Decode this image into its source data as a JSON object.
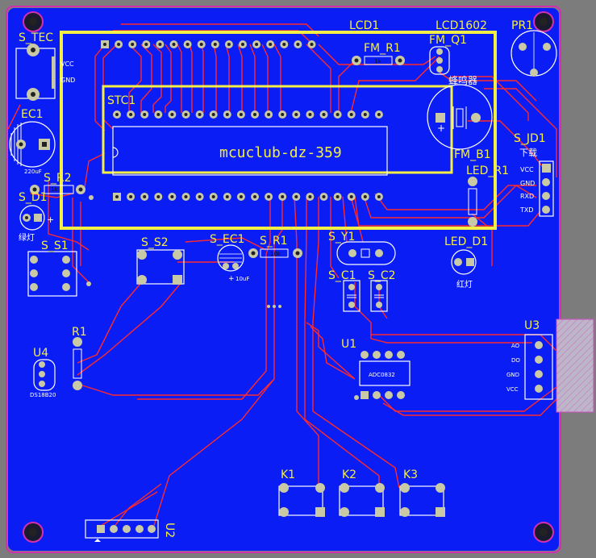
{
  "board": {
    "main_label": "mcuclub-dz-359"
  },
  "designators": {
    "lcd1": "LCD1",
    "lcd1602": "LCD1602",
    "pr1": "PR1",
    "s_tec": "S_TEC",
    "fm_r1": "FM_R1",
    "fm_q1": "FM_Q1",
    "buzzer": "蜂鸣器",
    "stc1": "STC1",
    "ec1": "EC1",
    "s_jd1": "S_JD1",
    "download": "下载",
    "fm_b1": "FM_B1",
    "led_r1": "LED_R1",
    "s_r2": "S_R2",
    "s_d1": "S_D1",
    "green_light": "绿灯",
    "s_s1": "S_S1",
    "s_s2": "S_S2",
    "s_ec1": "S_EC1",
    "s_r1": "S_R1",
    "s_y1": "S_Y1",
    "led_d1": "LED_D1",
    "red_light": "红灯",
    "s_c1": "S_C1",
    "s_c2": "S_C2",
    "r1": "R1",
    "u4": "U4",
    "ds18b20": "DS18B20",
    "u1": "U1",
    "adc0832": "ADC0832",
    "u3": "U3",
    "k1": "K1",
    "k2": "K2",
    "k3": "K3",
    "u2": "U2"
  },
  "small_text": {
    "vcc": "VCC",
    "gnd": "GND",
    "cap_220uf": "220uF",
    "jd_vcc": "VCC",
    "jd_gnd": "GND",
    "jd_rxd": "RXD",
    "jd_txd": "TXD",
    "cap_10uf": "10uF",
    "res_10k": "10k",
    "res_1k": "1k",
    "u3_a0": "AO",
    "u3_do": "DO",
    "u3_gnd": "GND",
    "u3_vcc": "VCC"
  },
  "colors": {
    "board": "#0b1df5",
    "trace": "#ff2a2a",
    "silk": "#f4ef44",
    "copper": "#c9c9a6",
    "frame": "#d42fb0"
  }
}
